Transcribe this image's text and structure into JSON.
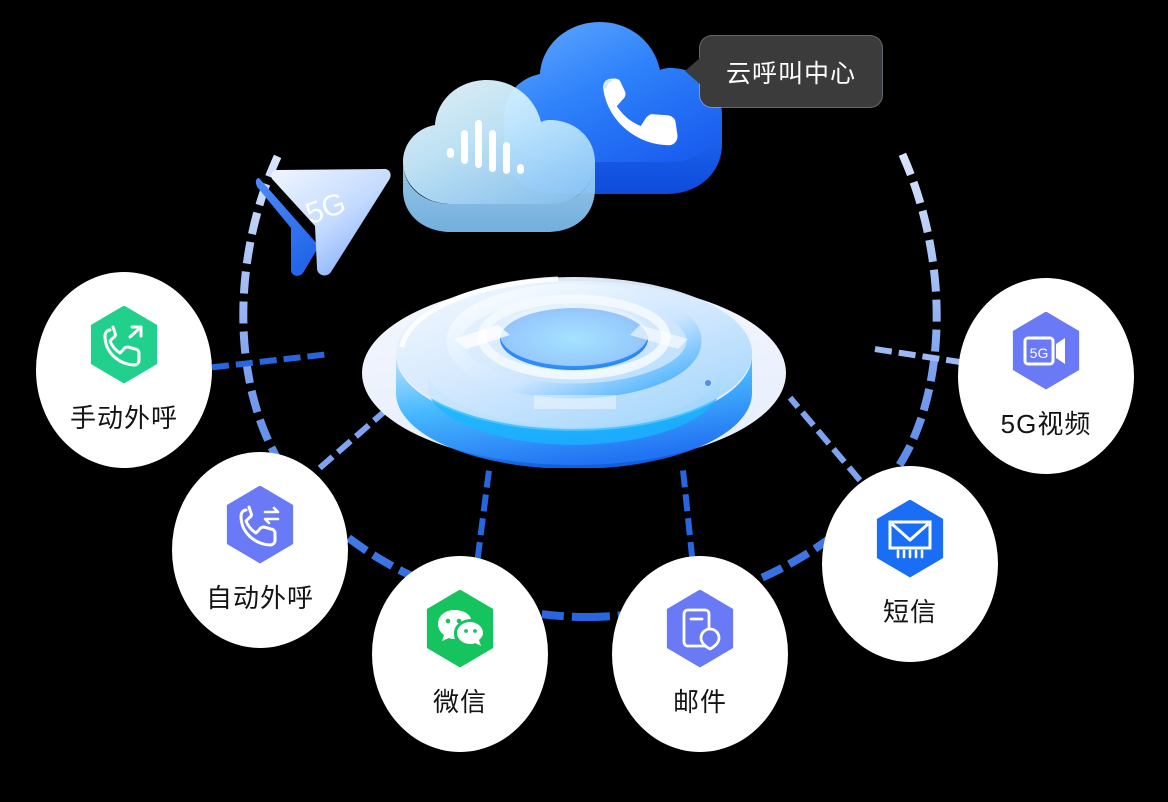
{
  "diagram": {
    "title_badge": {
      "label": "云呼叫中心",
      "bg_color": "#3b3b3b",
      "text_color": "#ffffff"
    },
    "center_art": {
      "cloud_back_label": "cloud-with-phone",
      "cloud_front_label": "cloud-with-soundwave",
      "plane_label": "5G",
      "pedestal_label": "glass-platform"
    },
    "channels": [
      {
        "key": "manual-outbound",
        "label": "手动外呼",
        "icon": "phone-outgoing-icon",
        "hex_color": "#20D08C"
      },
      {
        "key": "auto-outbound",
        "label": "自动外呼",
        "icon": "phone-exchange-icon",
        "hex_color": "#6A79F6"
      },
      {
        "key": "wechat",
        "label": "微信",
        "icon": "wechat-icon",
        "hex_color": "#16C45F"
      },
      {
        "key": "email",
        "label": "邮件",
        "icon": "mail-document-icon",
        "hex_color": "#6A79F6"
      },
      {
        "key": "sms",
        "label": "短信",
        "icon": "envelope-icon",
        "hex_color": "#1A6EF5"
      },
      {
        "key": "5g-video",
        "label": "5G视频",
        "icon": "video-camera-5g-icon",
        "hex_color": "#6A79F6"
      }
    ],
    "colors": {
      "background": "#000000",
      "node_bg": "#ffffff",
      "label_text": "#141414",
      "connector_strong": "#2866E0",
      "connector_soft": "#A8C0F6",
      "cloud_blue": "#2B7BF8",
      "cloud_light": "#BFE4FB"
    }
  }
}
